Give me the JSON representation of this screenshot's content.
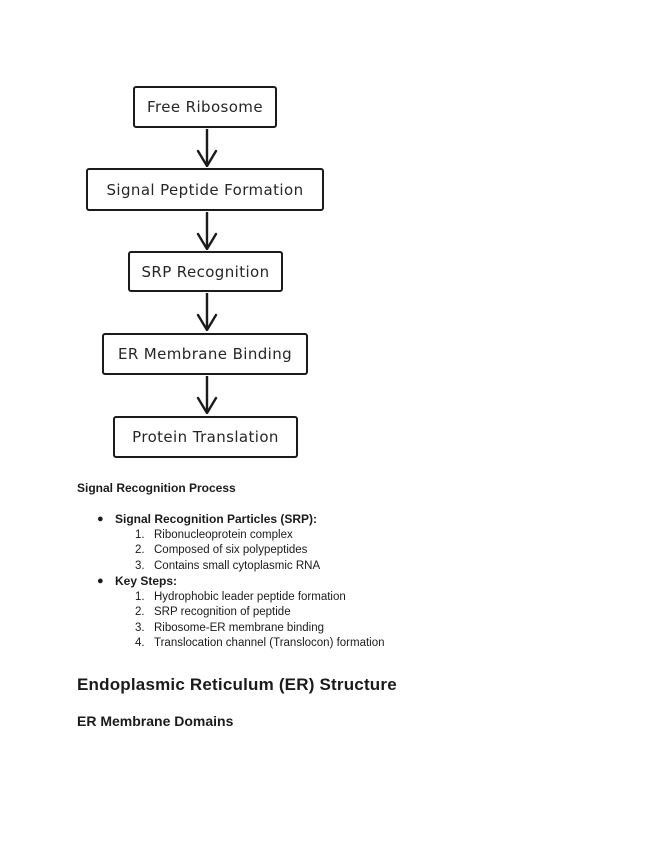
{
  "page": {
    "background": "#ffffff",
    "ink": "#1b1b1b"
  },
  "flowchart": {
    "nodes": [
      {
        "label": "Free Ribosome"
      },
      {
        "label": "Signal Peptide Formation"
      },
      {
        "label": "SRP Recognition"
      },
      {
        "label": "ER Membrane Binding"
      },
      {
        "label": "Protein Translation"
      }
    ]
  },
  "notes": {
    "section_title": "Signal Recognition Process",
    "bullet_glyph": "●",
    "groups": [
      {
        "label": "Signal Recognition Particles (SRP):",
        "markers": [
          "1.",
          "2.",
          "3."
        ],
        "items": [
          "Ribonucleoprotein complex",
          "Composed of six polypeptides",
          "Contains small cytoplasmic RNA"
        ]
      },
      {
        "label": "Key Steps:",
        "markers": [
          "1.",
          "2.",
          "3.",
          "4."
        ],
        "items": [
          "Hydrophobic leader peptide formation",
          "SRP recognition of peptide",
          "Ribosome-ER membrane binding",
          "Translocation channel (Translocon) formation"
        ]
      }
    ],
    "heading_large": "Endoplasmic Reticulum (ER) Structure",
    "heading_small": "ER Membrane Domains"
  }
}
